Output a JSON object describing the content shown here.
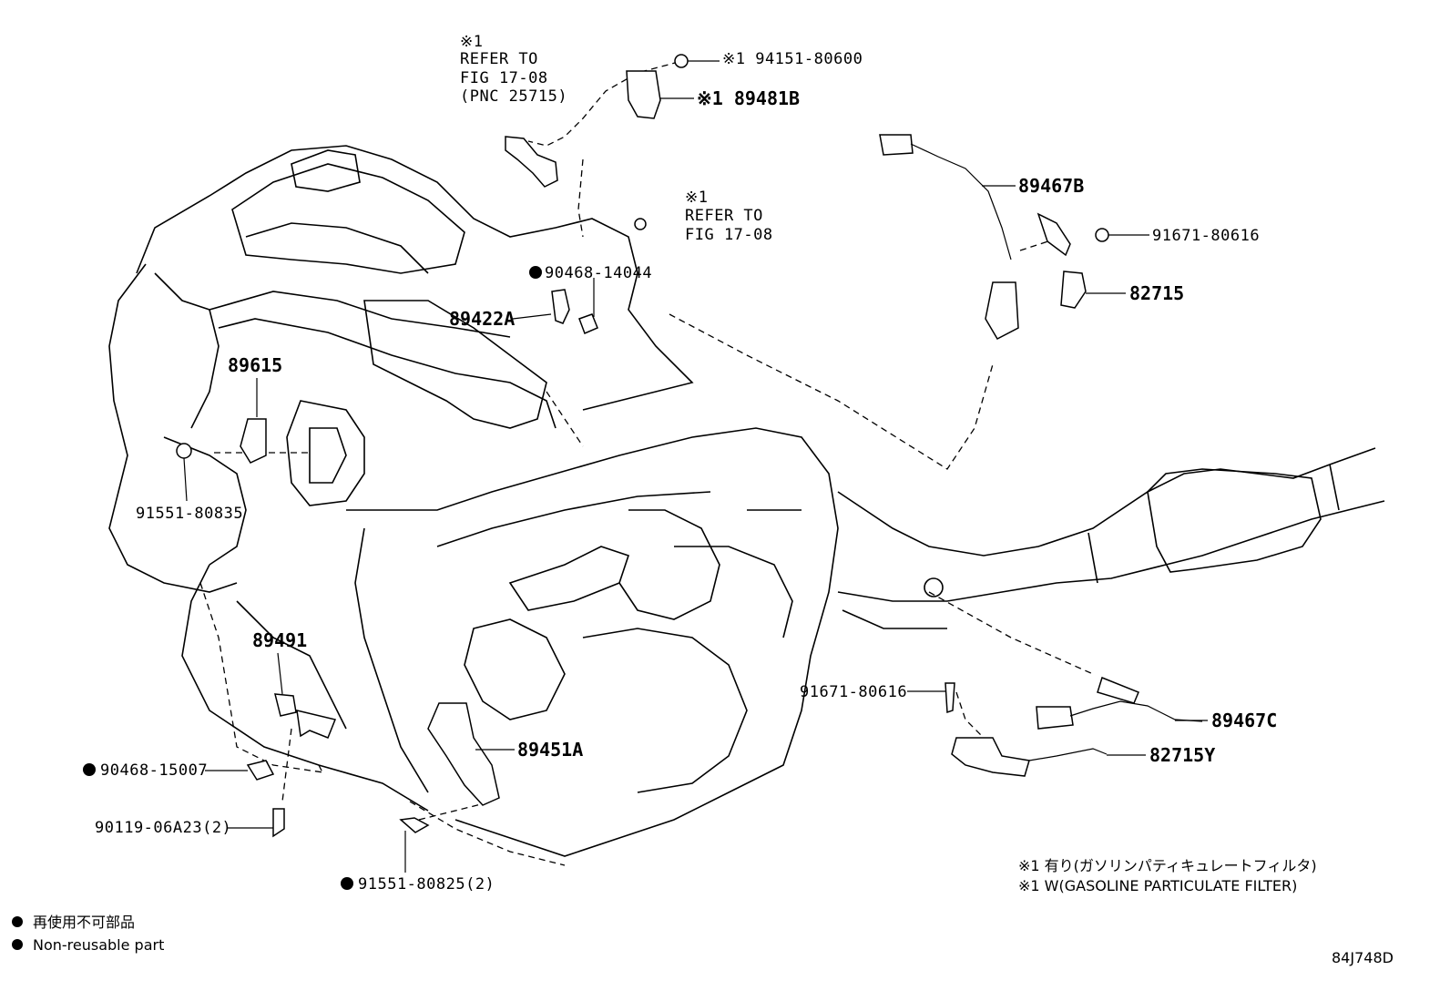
{
  "callouts": {
    "refer_top": [
      "※1",
      "REFER TO",
      "FIG 17-08",
      "(PNC 25715)"
    ],
    "refer_mid": [
      "※1",
      "REFER TO",
      "FIG 17-08"
    ],
    "p94151": "※1 94151-80600",
    "p89481b": "※1 89481B",
    "p89467b": "89467B",
    "p91671_top": "91671-80616",
    "p82715": "82715",
    "p90468_14044": "90468-14044",
    "p89422a": "89422A",
    "p89615": "89615",
    "p91551_80835": "91551-80835",
    "p89491": "89491",
    "p90468_15007": "90468-15007",
    "p90119": "90119-06A23(2)",
    "p89451a": "89451A",
    "p91551_80825": "91551-80825(2)",
    "p91671_bottom": "91671-80616",
    "p89467c": "89467C",
    "p82715y": "82715Y"
  },
  "notes": {
    "jp": "※1 有り(ガソリンパティキュレートフィルタ)",
    "en": "※1 W(GASOLINE PARTICULATE FILTER)"
  },
  "legend": {
    "jp": "再使用不可部品",
    "en": "Non-reusable part"
  },
  "diagram_code": "84J748D"
}
